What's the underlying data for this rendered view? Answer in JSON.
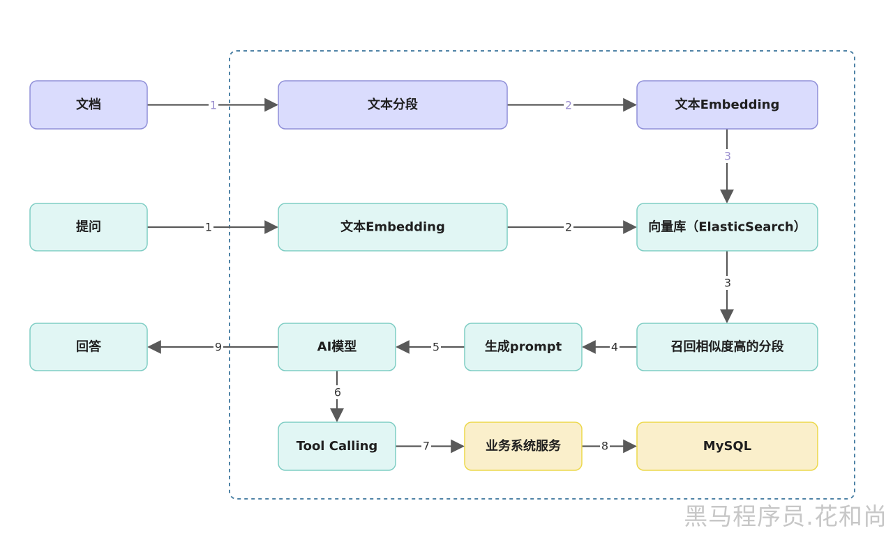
{
  "colors": {
    "purple_fill": "#dadcfd",
    "purple_stroke": "#8f8fd8",
    "teal_fill": "#e1f6f4",
    "teal_stroke": "#7fcdc4",
    "yellow_fill": "#faefcb",
    "yellow_stroke": "#ecd84b",
    "edge": "#595959",
    "edge_label_purple": "#9b8fcf",
    "edge_label_dark": "#333333",
    "group_border": "#4f83a6"
  },
  "nodes": [
    {
      "id": "doc",
      "label": "文档",
      "color": "purple"
    },
    {
      "id": "seg",
      "label": "文本分段",
      "color": "purple"
    },
    {
      "id": "emb1",
      "label": "文本Embedding",
      "color": "purple"
    },
    {
      "id": "ask",
      "label": "提问",
      "color": "teal"
    },
    {
      "id": "emb2",
      "label": "文本Embedding",
      "color": "teal"
    },
    {
      "id": "vdb",
      "label": "向量库（ElasticSearch）",
      "color": "teal"
    },
    {
      "id": "ans",
      "label": "回答",
      "color": "teal"
    },
    {
      "id": "ai",
      "label": "AI模型",
      "color": "teal"
    },
    {
      "id": "prompt",
      "label": "生成prompt",
      "color": "teal"
    },
    {
      "id": "recall",
      "label": "召回相似度高的分段",
      "color": "teal"
    },
    {
      "id": "tool",
      "label": "Tool Calling",
      "color": "teal"
    },
    {
      "id": "biz",
      "label": "业务系统服务",
      "color": "yellow"
    },
    {
      "id": "mysql",
      "label": "MySQL",
      "color": "yellow"
    }
  ],
  "edges": [
    {
      "from": "doc",
      "to": "seg",
      "label": "1",
      "label_color": "purple"
    },
    {
      "from": "seg",
      "to": "emb1",
      "label": "2",
      "label_color": "purple"
    },
    {
      "from": "emb1",
      "to": "vdb",
      "label": "3",
      "label_color": "purple"
    },
    {
      "from": "ask",
      "to": "emb2",
      "label": "1",
      "label_color": "dark"
    },
    {
      "from": "emb2",
      "to": "vdb",
      "label": "2",
      "label_color": "dark"
    },
    {
      "from": "vdb",
      "to": "recall",
      "label": "3",
      "label_color": "dark"
    },
    {
      "from": "recall",
      "to": "prompt",
      "label": "4",
      "label_color": "dark"
    },
    {
      "from": "prompt",
      "to": "ai",
      "label": "5",
      "label_color": "dark"
    },
    {
      "from": "ai",
      "to": "tool",
      "label": "6",
      "label_color": "dark"
    },
    {
      "from": "tool",
      "to": "biz",
      "label": "7",
      "label_color": "dark"
    },
    {
      "from": "biz",
      "to": "mysql",
      "label": "8",
      "label_color": "dark"
    },
    {
      "from": "ai",
      "to": "ans",
      "label": "9",
      "label_color": "dark"
    }
  ],
  "watermark": "黑马程序员.花和尚"
}
